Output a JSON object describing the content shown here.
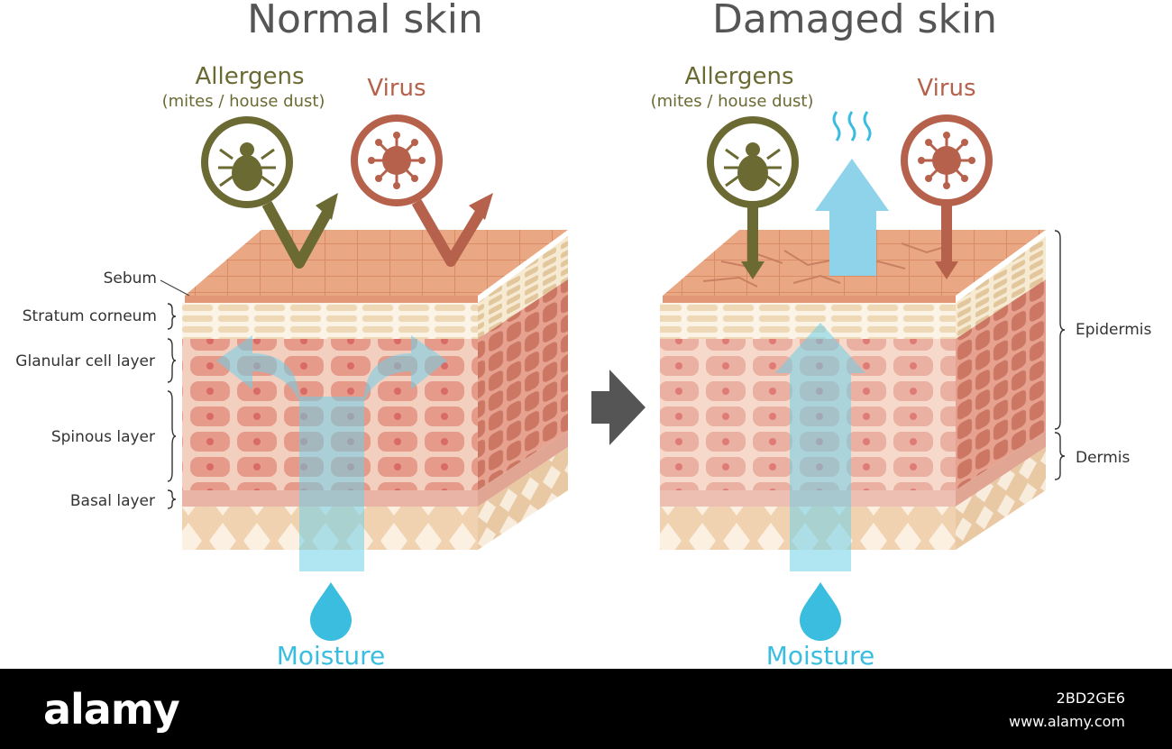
{
  "titles": {
    "left": "Normal skin",
    "right": "Damaged skin"
  },
  "allergens": {
    "title": "Allergens",
    "subtitle": "(mites / house dust)"
  },
  "virus": "Virus",
  "moisture": "Moisture",
  "layers": {
    "sebum": "Sebum",
    "stratum_corneum": "Stratum corneum",
    "granular": "Glanular cell layer",
    "spinous": "Spinous layer",
    "basal": "Basal layer"
  },
  "regions": {
    "epidermis": "Epidermis",
    "dermis": "Dermis"
  },
  "footer": {
    "brand": "alamy",
    "image_id": "2BD2GE6",
    "url": "www.alamy.com"
  },
  "colors": {
    "allergen": "#6b6a33",
    "virus": "#b5614c",
    "moisture": "#3bbde0",
    "skin_top": "#e8a57e",
    "cells": "#e8a494",
    "dermis": "#efd8bd"
  }
}
